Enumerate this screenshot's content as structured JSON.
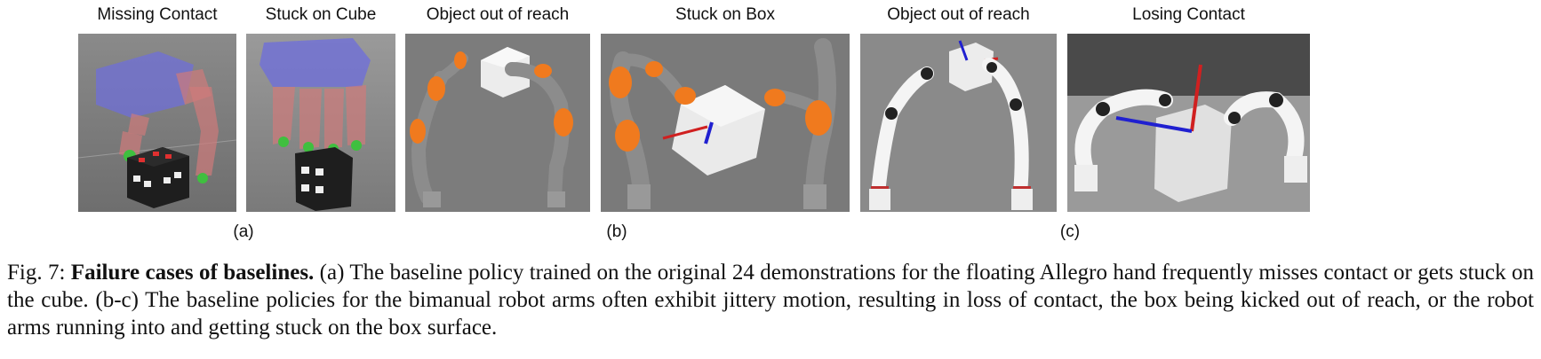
{
  "panels": [
    {
      "title": "Missing Contact"
    },
    {
      "title": "Stuck on Cube"
    },
    {
      "title": "Object out of reach"
    },
    {
      "title": "Stuck on Box"
    },
    {
      "title": "Object out of reach"
    },
    {
      "title": "Losing Contact"
    }
  ],
  "group_labels": {
    "a": "(a)",
    "b": "(b)",
    "c": "(c)"
  },
  "caption": {
    "prefix": "Fig. 7: ",
    "bold": "Failure cases of baselines.",
    "text": " (a) The baseline policy trained on the original 24 demonstrations for the floating Allegro hand frequently misses contact or gets stuck on the cube. (b-c) The baseline policies for the bimanual robot arms often exhibit jittery motion, resulting in loss of contact, the box being kicked out of reach, or the robot arms running into and getting stuck on the box surface."
  },
  "colors": {
    "kuka_orange": "#f07a1e",
    "kuka_gray": "#8c8c8c",
    "hand_blue": "#6f6fd8",
    "hand_red": "#cf7a7a",
    "contact_green": "#3fbf3f"
  }
}
